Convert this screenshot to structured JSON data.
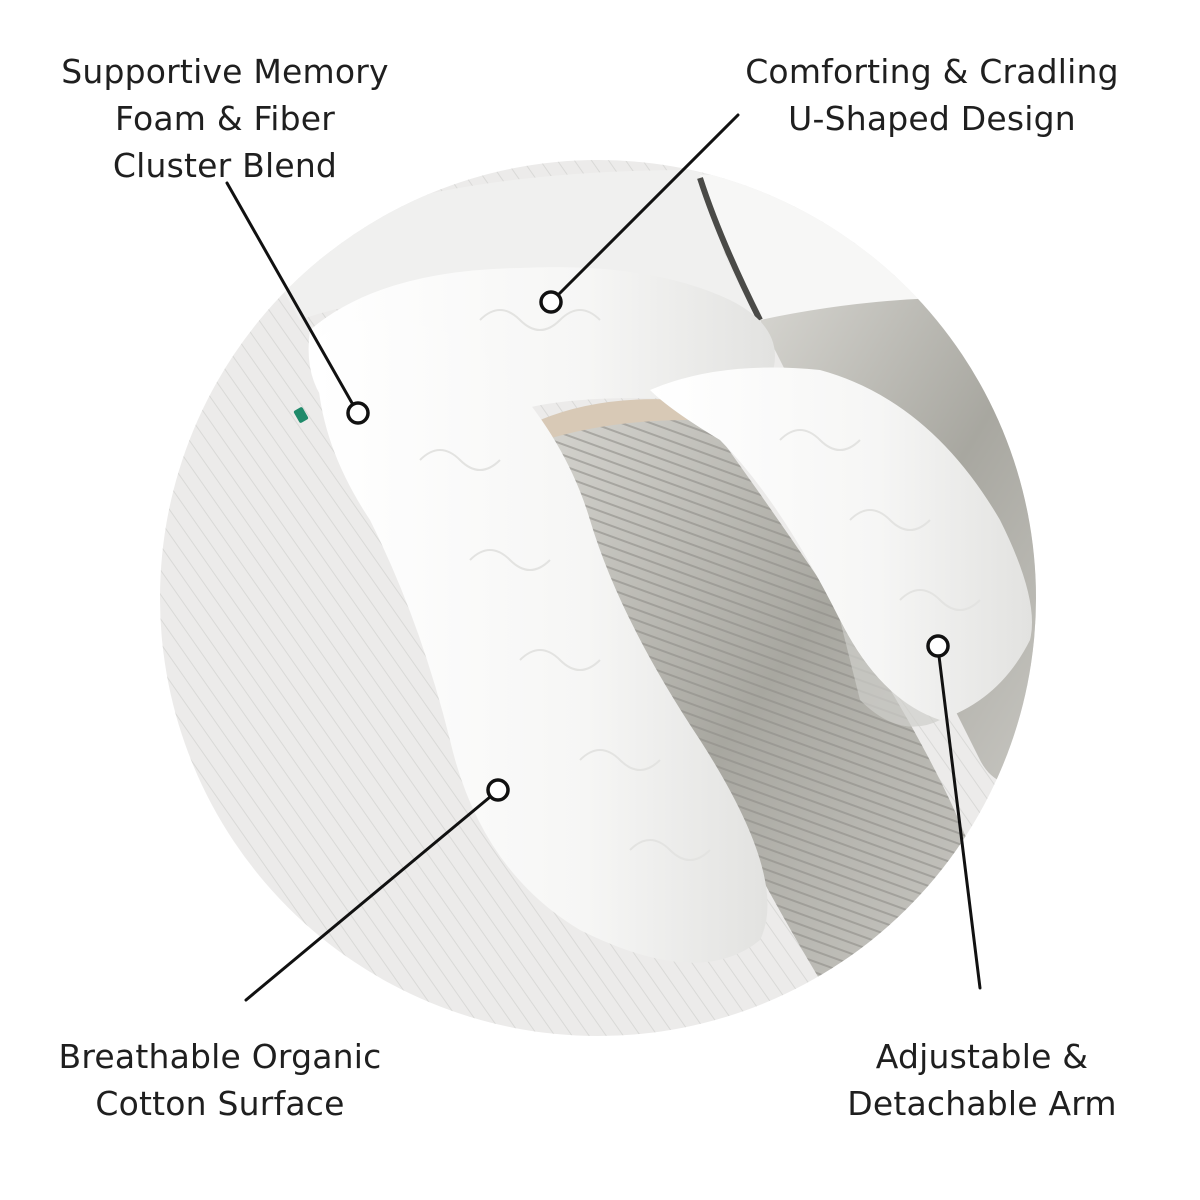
{
  "product_image": {
    "subject": "U-shaped body pillow on bed",
    "colors": {
      "background": "#ffffff",
      "pillow": "#f4f4f3",
      "bedding_light": "#ebebea",
      "bedding_gray": "#b9b8b2",
      "shadow": "#7d7b74",
      "tag": "#1f8a6a",
      "callout_line": "#111111"
    }
  },
  "callouts": [
    {
      "id": "memory-foam",
      "lines": [
        "Supportive Memory",
        "Foam & Fiber",
        "Cluster Blend"
      ],
      "line_start": [
        227,
        183
      ],
      "dot": [
        358,
        413
      ]
    },
    {
      "id": "u-shaped",
      "lines": [
        "Comforting & Cradling",
        "U-Shaped Design"
      ],
      "line_start": [
        738,
        115
      ],
      "dot": [
        551,
        302
      ]
    },
    {
      "id": "organic-cotton",
      "lines": [
        "Breathable Organic",
        "Cotton Surface"
      ],
      "line_start": [
        246,
        1000
      ],
      "dot": [
        498,
        790
      ]
    },
    {
      "id": "detachable-arm",
      "lines": [
        "Adjustable &",
        "Detachable Arm"
      ],
      "line_start": [
        980,
        988
      ],
      "dot": [
        938,
        646
      ]
    }
  ]
}
